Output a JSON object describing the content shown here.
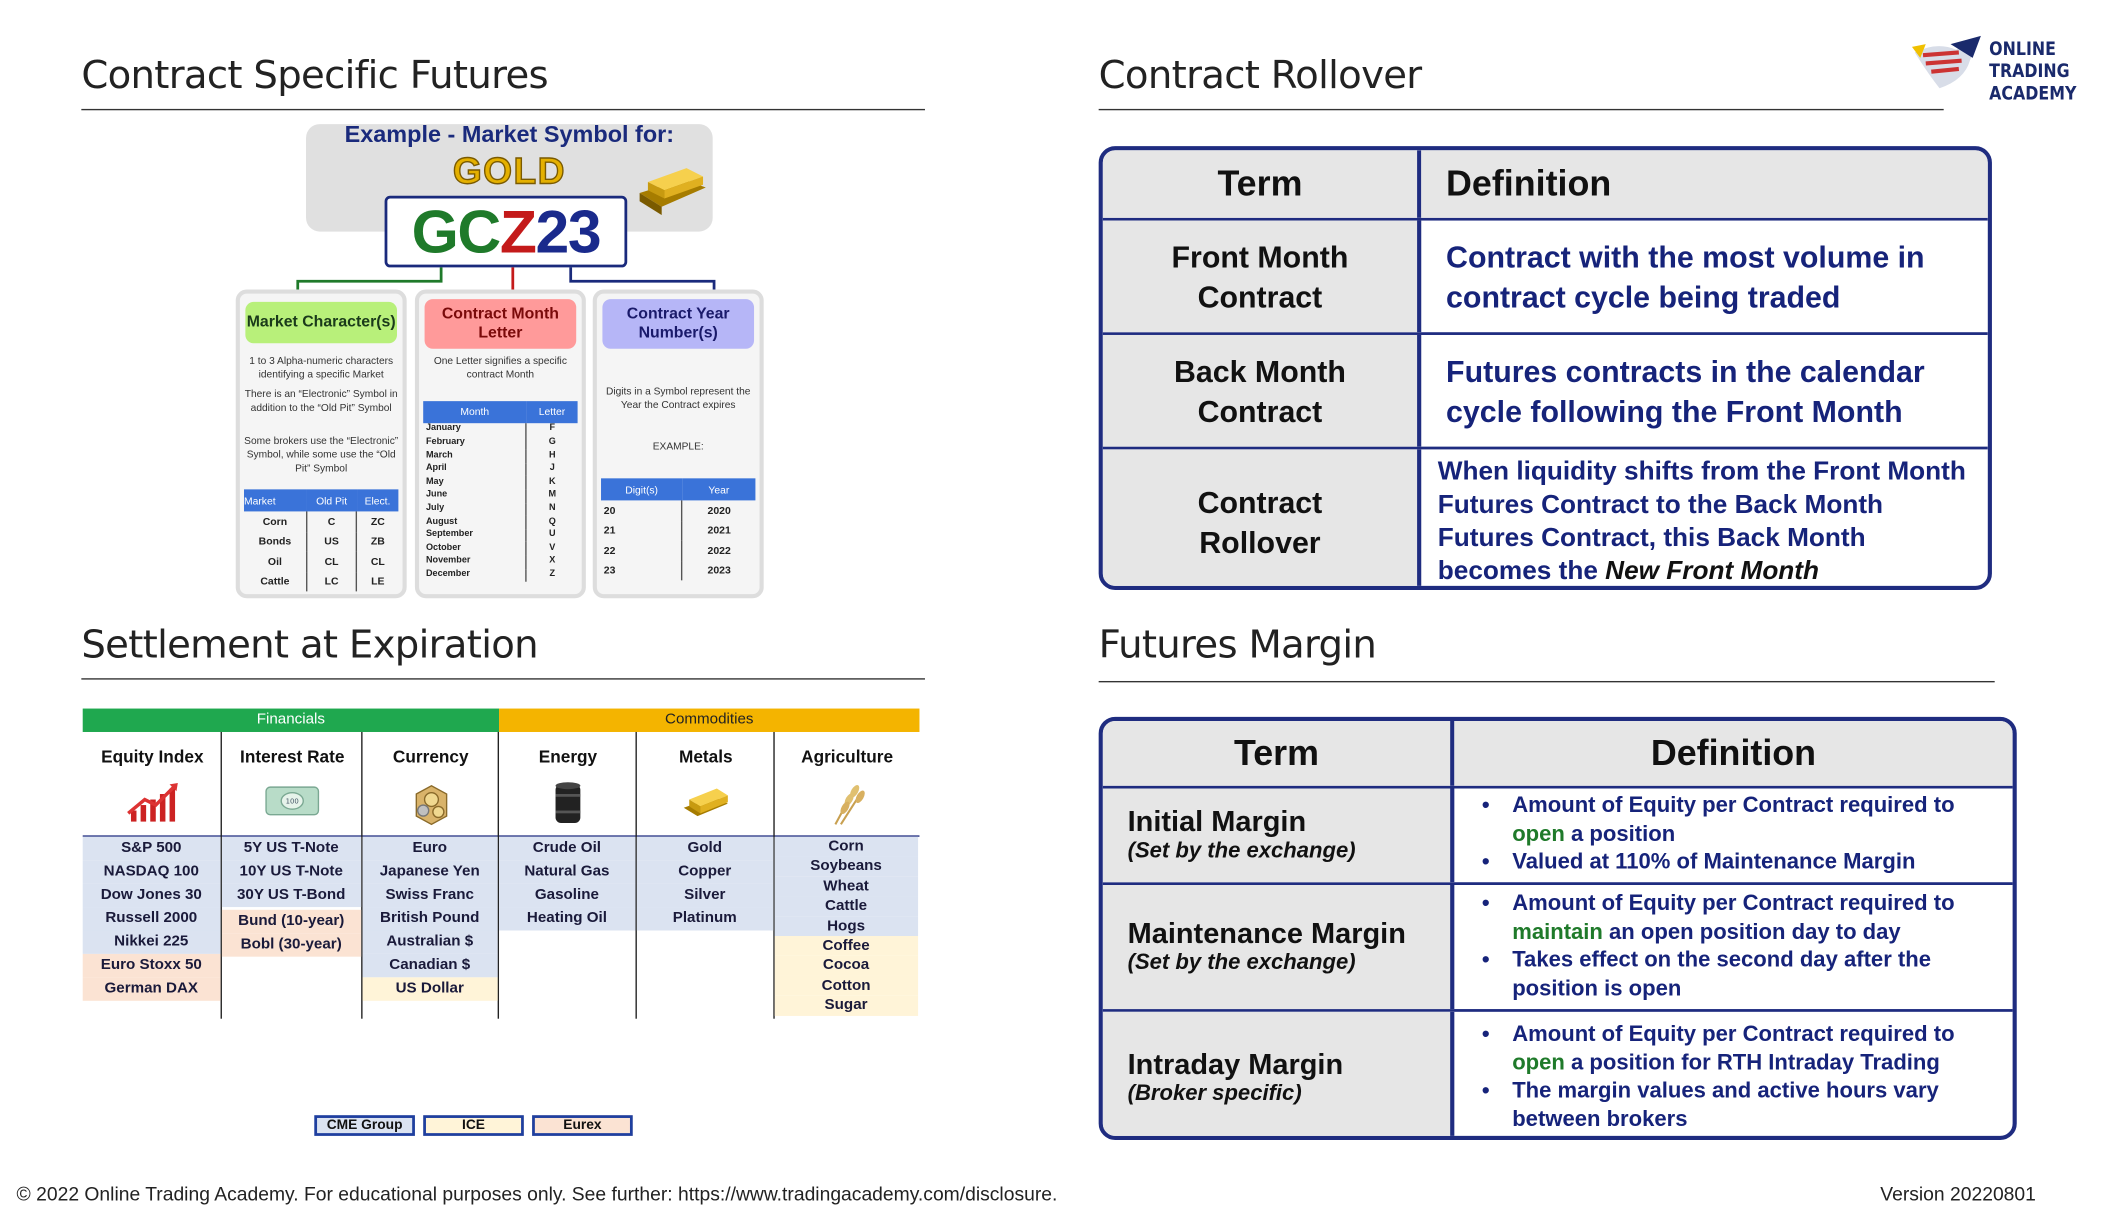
{
  "logo": {
    "line1": "ONLINE TRADING",
    "line2": "ACADEMY"
  },
  "titles": {
    "contract_specific": "Contract Specific Futures",
    "rollover": "Contract Rollover",
    "settlement": "Settlement at Expiration",
    "margin": "Futures Margin"
  },
  "symbol": {
    "example": "Example - Market Symbol for:",
    "gold": "GOLD",
    "code_g": "GC",
    "code_z": "Z",
    "code_y": "23",
    "market": {
      "title": "Market Character(s)",
      "desc1": "1 to 3 Alpha-numeric characters identifying a specific Market",
      "desc2": "There is an “Electronic” Symbol in addition to the “Old Pit” Symbol",
      "desc3": "Some brokers use the “Electronic” Symbol, while some use the “Old Pit” Symbol",
      "headers": [
        "Market",
        "Old Pit",
        "Elect."
      ],
      "rows": [
        [
          "Corn",
          "C",
          "ZC"
        ],
        [
          "Bonds",
          "US",
          "ZB"
        ],
        [
          "Oil",
          "CL",
          "CL"
        ],
        [
          "Cattle",
          "LC",
          "LE"
        ]
      ]
    },
    "month": {
      "title": "Contract Month Letter",
      "desc": "One Letter signifies a specific contract Month",
      "headers": [
        "Month",
        "Letter"
      ],
      "rows": [
        [
          "January",
          "F"
        ],
        [
          "February",
          "G"
        ],
        [
          "March",
          "H"
        ],
        [
          "April",
          "J"
        ],
        [
          "May",
          "K"
        ],
        [
          "June",
          "M"
        ],
        [
          "July",
          "N"
        ],
        [
          "August",
          "Q"
        ],
        [
          "September",
          "U"
        ],
        [
          "October",
          "V"
        ],
        [
          "November",
          "X"
        ],
        [
          "December",
          "Z"
        ]
      ]
    },
    "year": {
      "title": "Contract Year Number(s)",
      "desc": "Digits in a Symbol represent the Year the Contract expires",
      "example": "EXAMPLE:",
      "headers": [
        "Digit(s)",
        "Year"
      ],
      "rows": [
        [
          "20",
          "2020"
        ],
        [
          "21",
          "2021"
        ],
        [
          "22",
          "2022"
        ],
        [
          "23",
          "2023"
        ]
      ]
    }
  },
  "rollover": {
    "h_term": "Term",
    "h_def": "Definition",
    "r1_term": "Front Month Contract",
    "r1_def": "Contract with the most volume in contract cycle being traded",
    "r2_term": "Back Month Contract",
    "r2_def": "Futures contracts in the calendar cycle  following the Front Month",
    "r3_term": "Contract Rollover",
    "r3_def": "When liquidity shifts from the Front Month Futures Contract to the Back Month Futures Contract, this Back Month becomes the ",
    "r3_def_em": "New Front Month"
  },
  "settlement": {
    "financials": "Financials",
    "commodities": "Commodities",
    "columns": [
      {
        "head": "Equity Index",
        "icon": "chart-up-icon",
        "items": [
          "S&P 500",
          "NASDAQ 100",
          "Dow Jones 30",
          "Russell 2000",
          "Nikkei 225",
          "Euro Stoxx 50",
          "German DAX"
        ]
      },
      {
        "head": "Interest Rate",
        "icon": "banknote-icon",
        "items": [
          "5Y US T-Note",
          "10Y US T-Note",
          "30Y US T-Bond",
          "Bund (10-year)",
          "Bobl (30-year)"
        ]
      },
      {
        "head": "Currency",
        "icon": "coins-icon",
        "items": [
          "Euro",
          "Japanese Yen",
          "Swiss Franc",
          "British Pound",
          "Australian $",
          "Canadian $",
          "US Dollar"
        ]
      },
      {
        "head": "Energy",
        "icon": "oil-barrel-icon",
        "items": [
          "Crude Oil",
          "Natural Gas",
          "Gasoline",
          "Heating Oil"
        ]
      },
      {
        "head": "Metals",
        "icon": "gold-bar-icon",
        "items": [
          "Gold",
          "Copper",
          "Silver",
          "Platinum"
        ]
      },
      {
        "head": "Agriculture",
        "icon": "wheat-icon",
        "items": [
          "Corn",
          "Soybeans",
          "Wheat",
          "Cattle",
          "Hogs",
          "Coffee",
          "Cocoa",
          "Cotton",
          "Sugar"
        ]
      }
    ],
    "legend": [
      "CME Group",
      "ICE",
      "Eurex"
    ],
    "colors": {
      "financials": "#1fa84f",
      "commodities": "#f4b400",
      "cme": "#dbe3f1",
      "ice": "#fff4d8",
      "eurex": "#fbe3d3"
    }
  },
  "margin": {
    "h_term": "Term",
    "h_def": "Definition",
    "r1_term": "Initial Margin",
    "r1_sub": "(Set by the exchange)",
    "r1_b1a": "Amount of Equity per Contract required to ",
    "r1_b1g": "open",
    "r1_b1b": " a position",
    "r1_b2": "Valued at 110%  of Maintenance Margin",
    "r2_term": "Maintenance Margin",
    "r2_sub": "(Set by the exchange)",
    "r2_b1a": "Amount of Equity per Contract required to ",
    "r2_b1g": "maintain",
    "r2_b1b": " an open position day to day",
    "r2_b2": "Takes effect on the second day after the position is open",
    "r3_term": "Intraday Margin",
    "r3_sub": "(Broker specific)",
    "r3_b1a": "Amount of Equity per Contract required to ",
    "r3_b1g": "open",
    "r3_b1b": " a position for RTH Intraday Trading",
    "r3_b2": "The margin values and active hours vary between brokers"
  },
  "footer": {
    "copyright": "© 2022 Online Trading Academy. For educational purposes only. See further: https://www.tradingacademy.com/disclosure.",
    "version": "Version 20220801"
  }
}
